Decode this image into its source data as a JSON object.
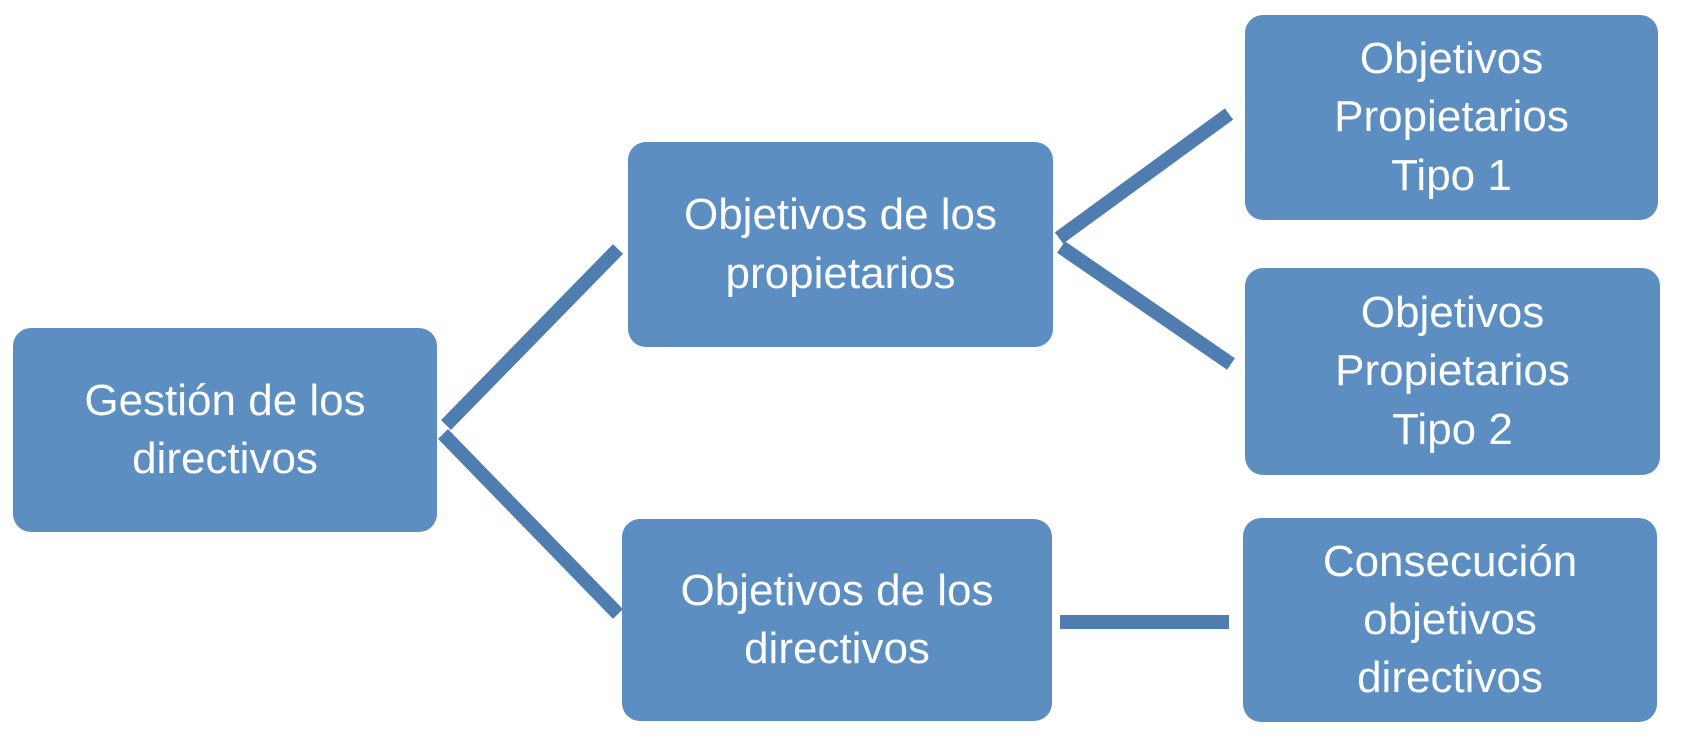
{
  "diagram": {
    "type": "hierarchy",
    "direction": "left-to-right",
    "colors": {
      "background": "#FFFFFF",
      "node_fill": "#5C8EC1",
      "connector": "#4F7DB0",
      "text": "#FBFDFE"
    },
    "nodes": [
      {
        "id": "gestion-directivos",
        "level": 1,
        "label": "Gestión de los directivos"
      },
      {
        "id": "objetivos-propietarios",
        "level": 2,
        "parent": "gestion-directivos",
        "label": "Objetivos de los propietarios"
      },
      {
        "id": "objetivos-directivos",
        "level": 2,
        "parent": "gestion-directivos",
        "label": "Objetivos de los directivos"
      },
      {
        "id": "objetivos-propietarios-tipo-1",
        "level": 3,
        "parent": "objetivos-propietarios",
        "label": "Objetivos Propietarios Tipo 1"
      },
      {
        "id": "objetivos-propietarios-tipo-2",
        "level": 3,
        "parent": "objetivos-propietarios",
        "label": "Objetivos Propietarios Tipo 2"
      },
      {
        "id": "consecucion-objetivos-directivos",
        "level": 3,
        "parent": "objetivos-directivos",
        "label": "Consecución objetivos directivos"
      }
    ],
    "edges": [
      {
        "from": "gestion-directivos",
        "to": "objetivos-propietarios"
      },
      {
        "from": "gestion-directivos",
        "to": "objetivos-directivos"
      },
      {
        "from": "objetivos-propietarios",
        "to": "objetivos-propietarios-tipo-1"
      },
      {
        "from": "objetivos-propietarios",
        "to": "objetivos-propietarios-tipo-2"
      },
      {
        "from": "objetivos-directivos",
        "to": "consecucion-objetivos-directivos"
      }
    ]
  }
}
